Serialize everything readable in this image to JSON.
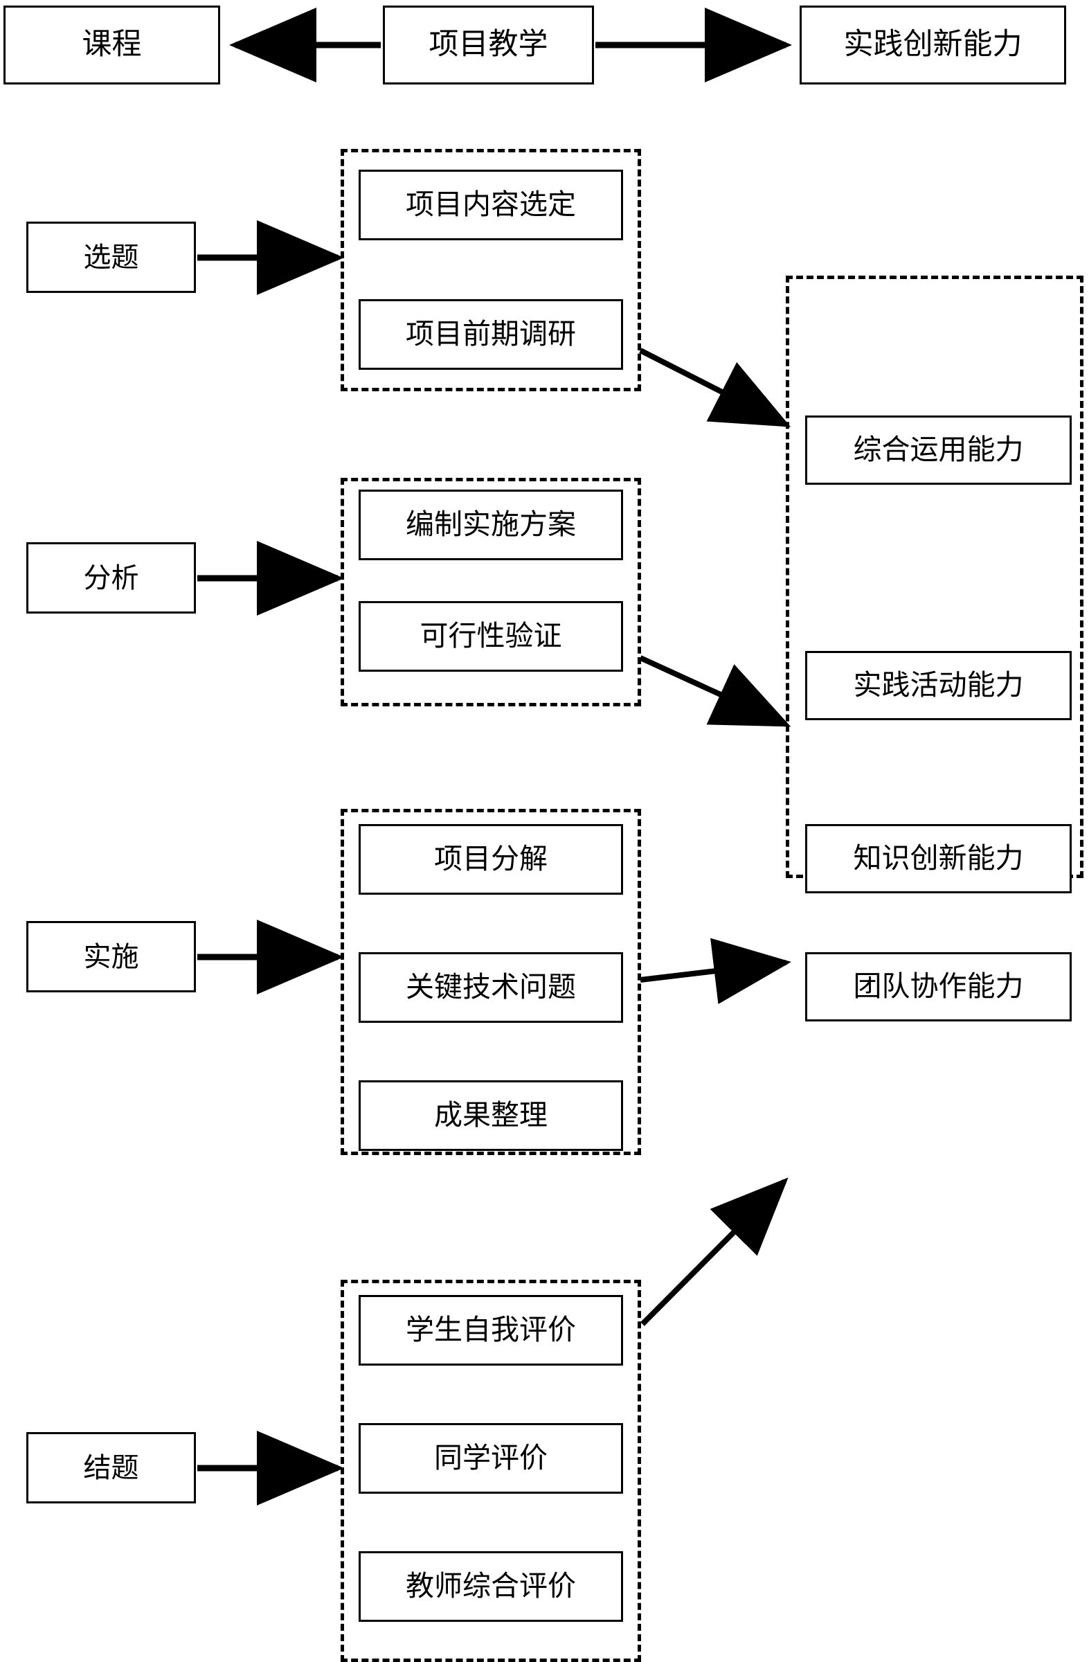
{
  "diagram": {
    "title_row": {
      "left_box": "课程",
      "center_box": "项目教学",
      "right_box": "实践创新能力"
    },
    "stages": [
      {
        "label": "选题"
      },
      {
        "label": "分析"
      },
      {
        "label": "实施"
      },
      {
        "label": "结题"
      }
    ],
    "stage_groups": [
      {
        "tasks": [
          "项目内容选定",
          "项目前期调研"
        ]
      },
      {
        "tasks": [
          "编制实施方案",
          "可行性验证"
        ]
      },
      {
        "tasks": [
          "项目分解",
          "关键技术问题",
          "成果整理"
        ]
      },
      {
        "tasks": [
          "学生自我评价",
          "同学评价",
          "教师综合评价"
        ]
      }
    ],
    "abilities": [
      "综合运用能力",
      "实践活动能力",
      "知识创新能力",
      "团队协作能力"
    ],
    "colors": {
      "stroke": "#000000",
      "background": "#ffffff"
    }
  }
}
